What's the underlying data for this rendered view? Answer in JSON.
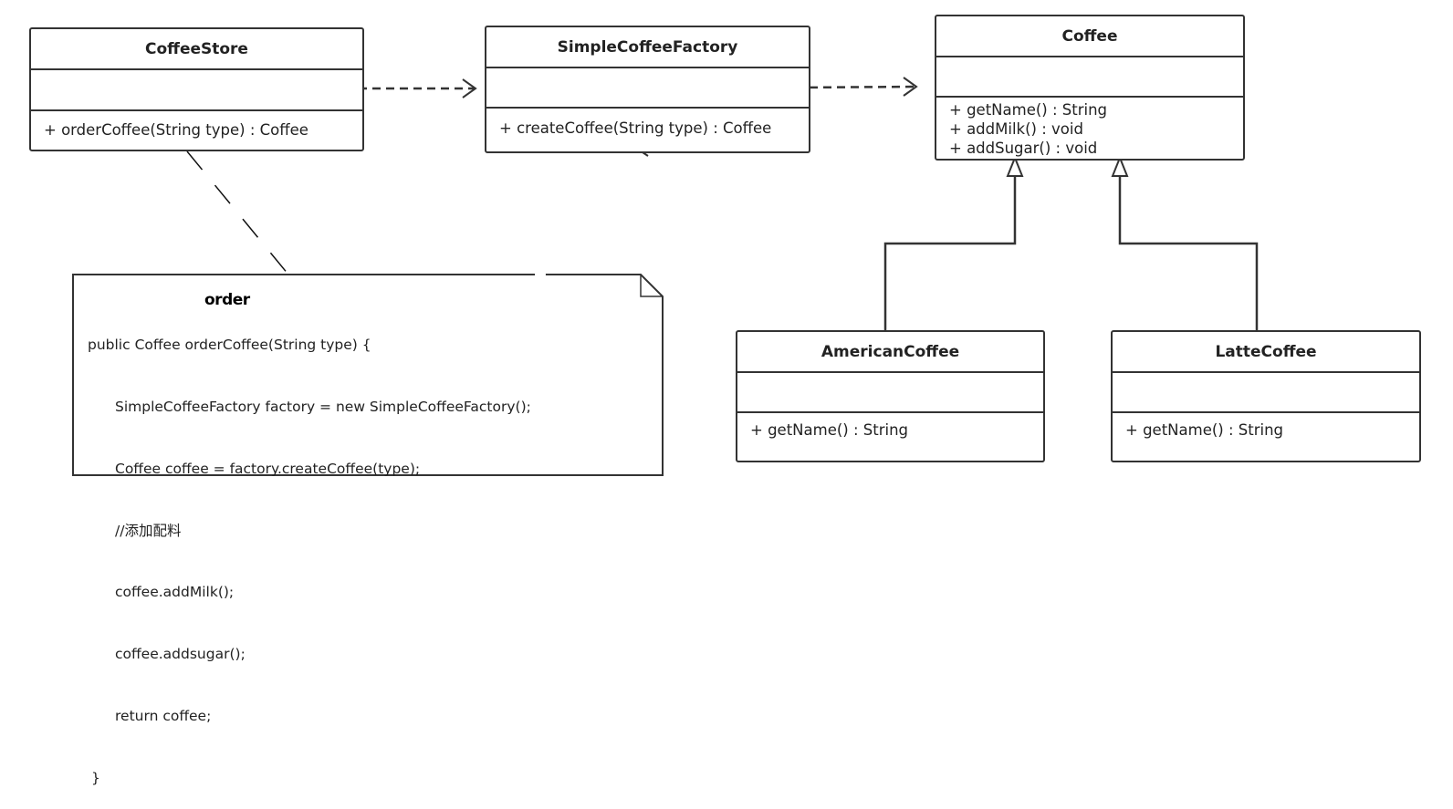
{
  "classes": {
    "coffee_store": {
      "name": "CoffeeStore",
      "operations": [
        "+ orderCoffee(String type) : Coffee"
      ]
    },
    "simple_coffee_factory": {
      "name": "SimpleCoffeeFactory",
      "operations": [
        "+ createCoffee(String type) : Coffee"
      ]
    },
    "coffee": {
      "name": "Coffee",
      "operations": [
        "+ getName() : String",
        "+ addMilk() : void",
        "+ addSugar() : void"
      ]
    },
    "american_coffee": {
      "name": "AmericanCoffee",
      "operations": [
        "+ getName() : String"
      ]
    },
    "latte_coffee": {
      "name": "LatteCoffee",
      "operations": [
        "+ getName() : String"
      ]
    }
  },
  "note": {
    "lines": [
      "public Coffee orderCoffee(String type) {",
      "SimpleCoffeeFactory factory = new SimpleCoffeeFactory();",
      "Coffee coffee = factory.createCoffee(type);",
      "//添加配料",
      "coffee.addMilk();",
      "coffee.addsugar();",
      "return coffee;",
      "}"
    ],
    "overlay_text": "order"
  },
  "relations": [
    {
      "type": "dependency",
      "from": "CoffeeStore",
      "to": "SimpleCoffeeFactory"
    },
    {
      "type": "dependency",
      "from": "SimpleCoffeeFactory",
      "to": "Coffee"
    },
    {
      "type": "generalization",
      "from": "AmericanCoffee",
      "to": "Coffee"
    },
    {
      "type": "generalization",
      "from": "LatteCoffee",
      "to": "Coffee"
    },
    {
      "type": "note-anchor",
      "from": "note",
      "to": "CoffeeStore"
    }
  ],
  "colors": {
    "line": "#333333",
    "background": "#ffffff"
  }
}
